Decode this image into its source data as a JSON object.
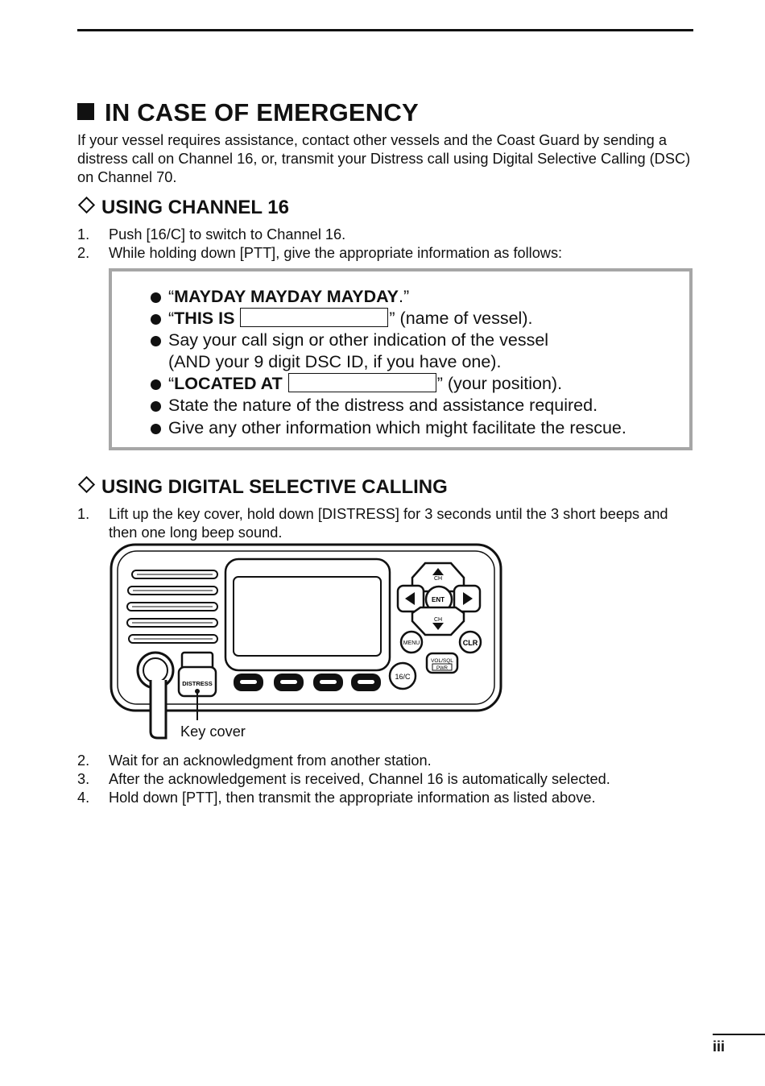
{
  "heading": "IN CASE OF EMERGENCY",
  "intro": "If your vessel requires assistance, contact other vessels and the Coast Guard by sending a distress call on Channel 16, or, transmit your Distress call using Digital Selective Calling (DSC) on Channel 70.",
  "section1": {
    "title": "USING CHANNEL 16",
    "steps": [
      {
        "num": "1.",
        "text": "Push [16/C] to switch to Channel 16."
      },
      {
        "num": "2.",
        "text": "While holding down [PTT], give the appropriate information as follows:"
      }
    ]
  },
  "box": {
    "b1_open": "“",
    "b1_bold": "MAYDAY MAYDAY MAYDAY",
    "b1_close": ".”",
    "b2_open": "“",
    "b2_bold": "THIS IS",
    "b2_rest": "” (name of vessel).",
    "b3_line1": "Say your call sign or other indication of the vessel",
    "b3_line2": "(AND your 9 digit DSC ID, if you have one).",
    "b4_open": "“",
    "b4_bold": "LOCATED AT",
    "b4_rest": "” (your position).",
    "b5": "State the nature of the distress and assistance required.",
    "b6": "Give any other information which might facilitate the rescue."
  },
  "section2": {
    "title": "USING DIGITAL SELECTIVE CALLING",
    "step1_num": "1.",
    "step1_text": "Lift up the key cover, hold down [DISTRESS] for 3 seconds until the 3 short beeps and then one long beep sound.",
    "steps_after": [
      {
        "num": "2.",
        "text": "Wait for an acknowledgment from another station."
      },
      {
        "num": "3.",
        "text": "After the acknowledgement is received, Channel 16 is automatically selected."
      },
      {
        "num": "4.",
        "text": "Hold down [PTT], then transmit the appropriate information as listed above."
      }
    ]
  },
  "radio": {
    "key_cover_label": "Key cover",
    "distress_label": "DISTRESS",
    "ch_label": "CH",
    "ent_label": "ENT",
    "menu_label": "MENU",
    "clr_label": "CLR",
    "vol_label": "VOL/SQL",
    "pwr_label": "PWR",
    "ch16_label": "16/C"
  },
  "page_number": "iii"
}
